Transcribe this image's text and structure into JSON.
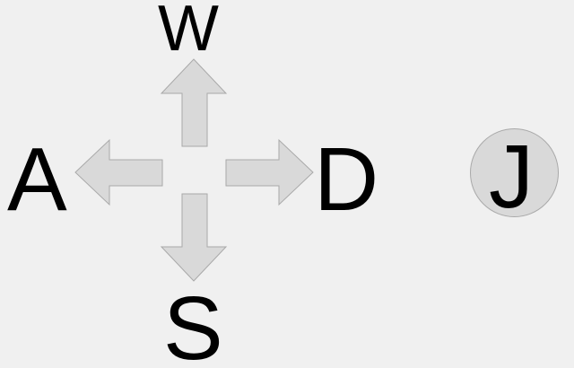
{
  "keys": {
    "up": "W",
    "left": "A",
    "right": "D",
    "down": "S",
    "action": "J"
  },
  "colors": {
    "background": "#f0f0f0",
    "arrow_fill": "#d9d9d9",
    "arrow_stroke": "#a9a9a9",
    "text": "#000000"
  },
  "icons": {
    "up": "arrow-up-icon",
    "left": "arrow-left-icon",
    "right": "arrow-right-icon",
    "down": "arrow-down-icon"
  }
}
